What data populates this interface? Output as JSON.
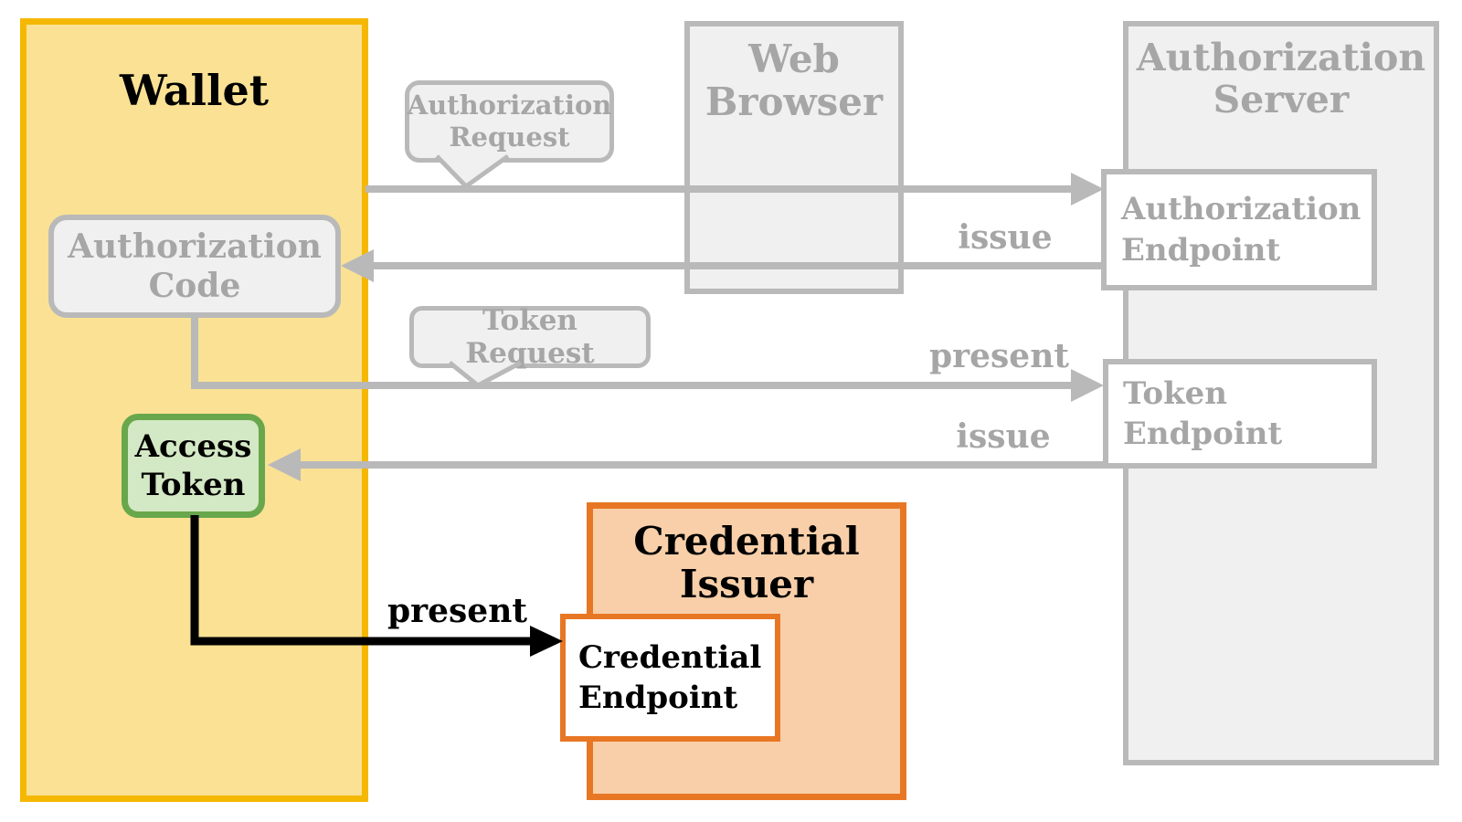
{
  "nodes": {
    "wallet": {
      "label": "Wallet"
    },
    "web_browser": {
      "label": "Web Browser"
    },
    "auth_server": {
      "label": "Authorization Server"
    },
    "auth_endpoint": {
      "label": "Authorization Endpoint"
    },
    "token_endpoint": {
      "label": "Token Endpoint"
    },
    "auth_code": {
      "label": "Authorization Code"
    },
    "access_token": {
      "label": "Access Token"
    },
    "cred_issuer": {
      "label": "Credential Issuer"
    },
    "cred_endpoint": {
      "label": "Credential Endpoint"
    }
  },
  "callouts": {
    "auth_request": {
      "label": "Authorization Request"
    },
    "token_request": {
      "label": "Token Request"
    }
  },
  "edge_labels": {
    "issue_auth_code": "issue",
    "present_token_request": "present",
    "issue_access_token": "issue",
    "present_credential": "present"
  },
  "colors": {
    "wallet_fill": "#FAE194",
    "wallet_border": "#F5B800",
    "gray_fill": "#F0F0F0",
    "gray_border": "#B9B9B9",
    "gray_text": "#A6A6A6",
    "green_fill": "#D3E8C4",
    "green_border": "#68A74C",
    "orange_fill": "#F8CFA9",
    "orange_border": "#E87725",
    "ink": "#000000",
    "white": "#FFFFFF",
    "bg": "#FFFFFF"
  }
}
